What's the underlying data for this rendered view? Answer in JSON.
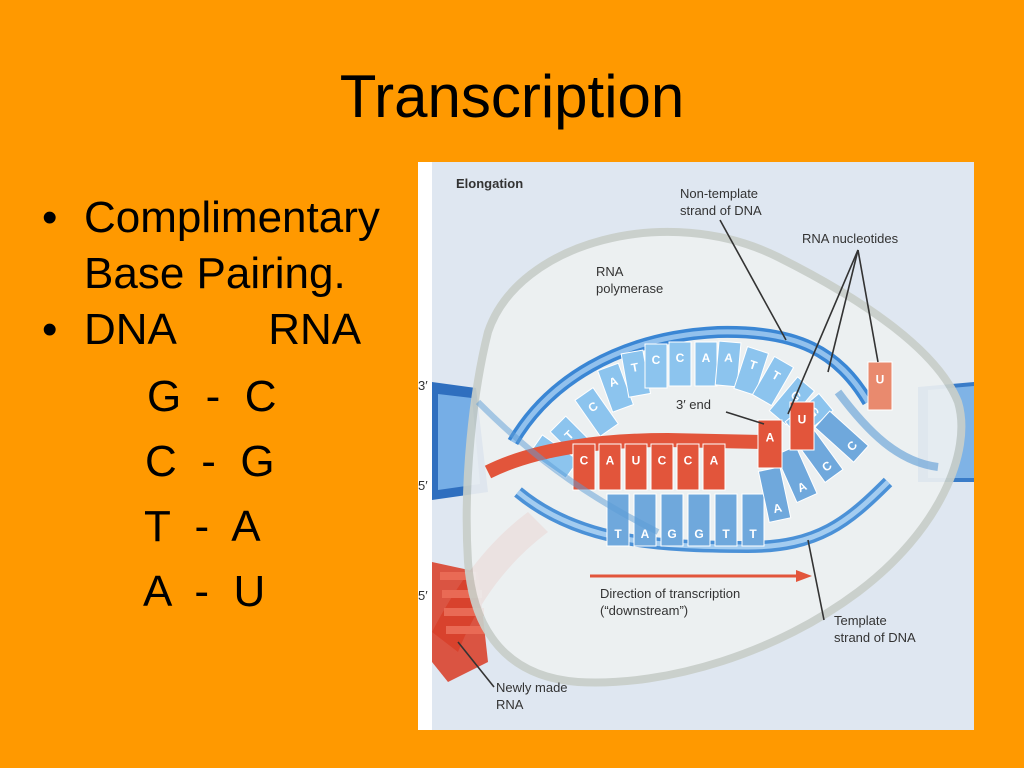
{
  "slide": {
    "title": "Transcription",
    "bullets": [
      {
        "text": "Complimentary Base Pairing."
      },
      {
        "text_dna": "DNA",
        "text_rna": "RNA"
      }
    ],
    "pairs": [
      {
        "text": "G  -  C"
      },
      {
        "text": "C  -  G"
      },
      {
        "text": "T  -  A"
      },
      {
        "text": "A  -  U"
      }
    ]
  },
  "figure": {
    "stage_label": "Elongation",
    "labels": {
      "non_template_1": "Non-template",
      "non_template_2": "strand of DNA",
      "rna_nucleotides": "RNA nucleotides",
      "rna_polymerase_1": "RNA",
      "rna_polymerase_2": "polymerase",
      "three_prime_end": "3′ end",
      "direction_1": "Direction of transcription",
      "direction_2": "(“downstream”)",
      "template_1": "Template",
      "template_2": "strand of DNA",
      "newly_made_1": "Newly made",
      "newly_made_2": "RNA",
      "end_3": "3′",
      "end_5a": "5′",
      "end_5b": "5′"
    },
    "top_strand_bases": [
      "A",
      "T",
      "C",
      "A",
      "T",
      "C",
      "C",
      "A",
      "A",
      "T",
      "T",
      "G",
      "G"
    ],
    "rna_bases": [
      "C",
      "A",
      "U",
      "C",
      "C",
      "A"
    ],
    "template_bases": [
      "T",
      "A",
      "G",
      "G",
      "T",
      "T",
      "A",
      "A",
      "C",
      "C"
    ],
    "incoming_nucleotides": [
      "A",
      "U",
      "U"
    ],
    "colors": {
      "background": "#FF9900",
      "dna_blue": "#5b9bd5",
      "rna_red": "#e2553b",
      "bubble": "#e8ecef"
    }
  }
}
